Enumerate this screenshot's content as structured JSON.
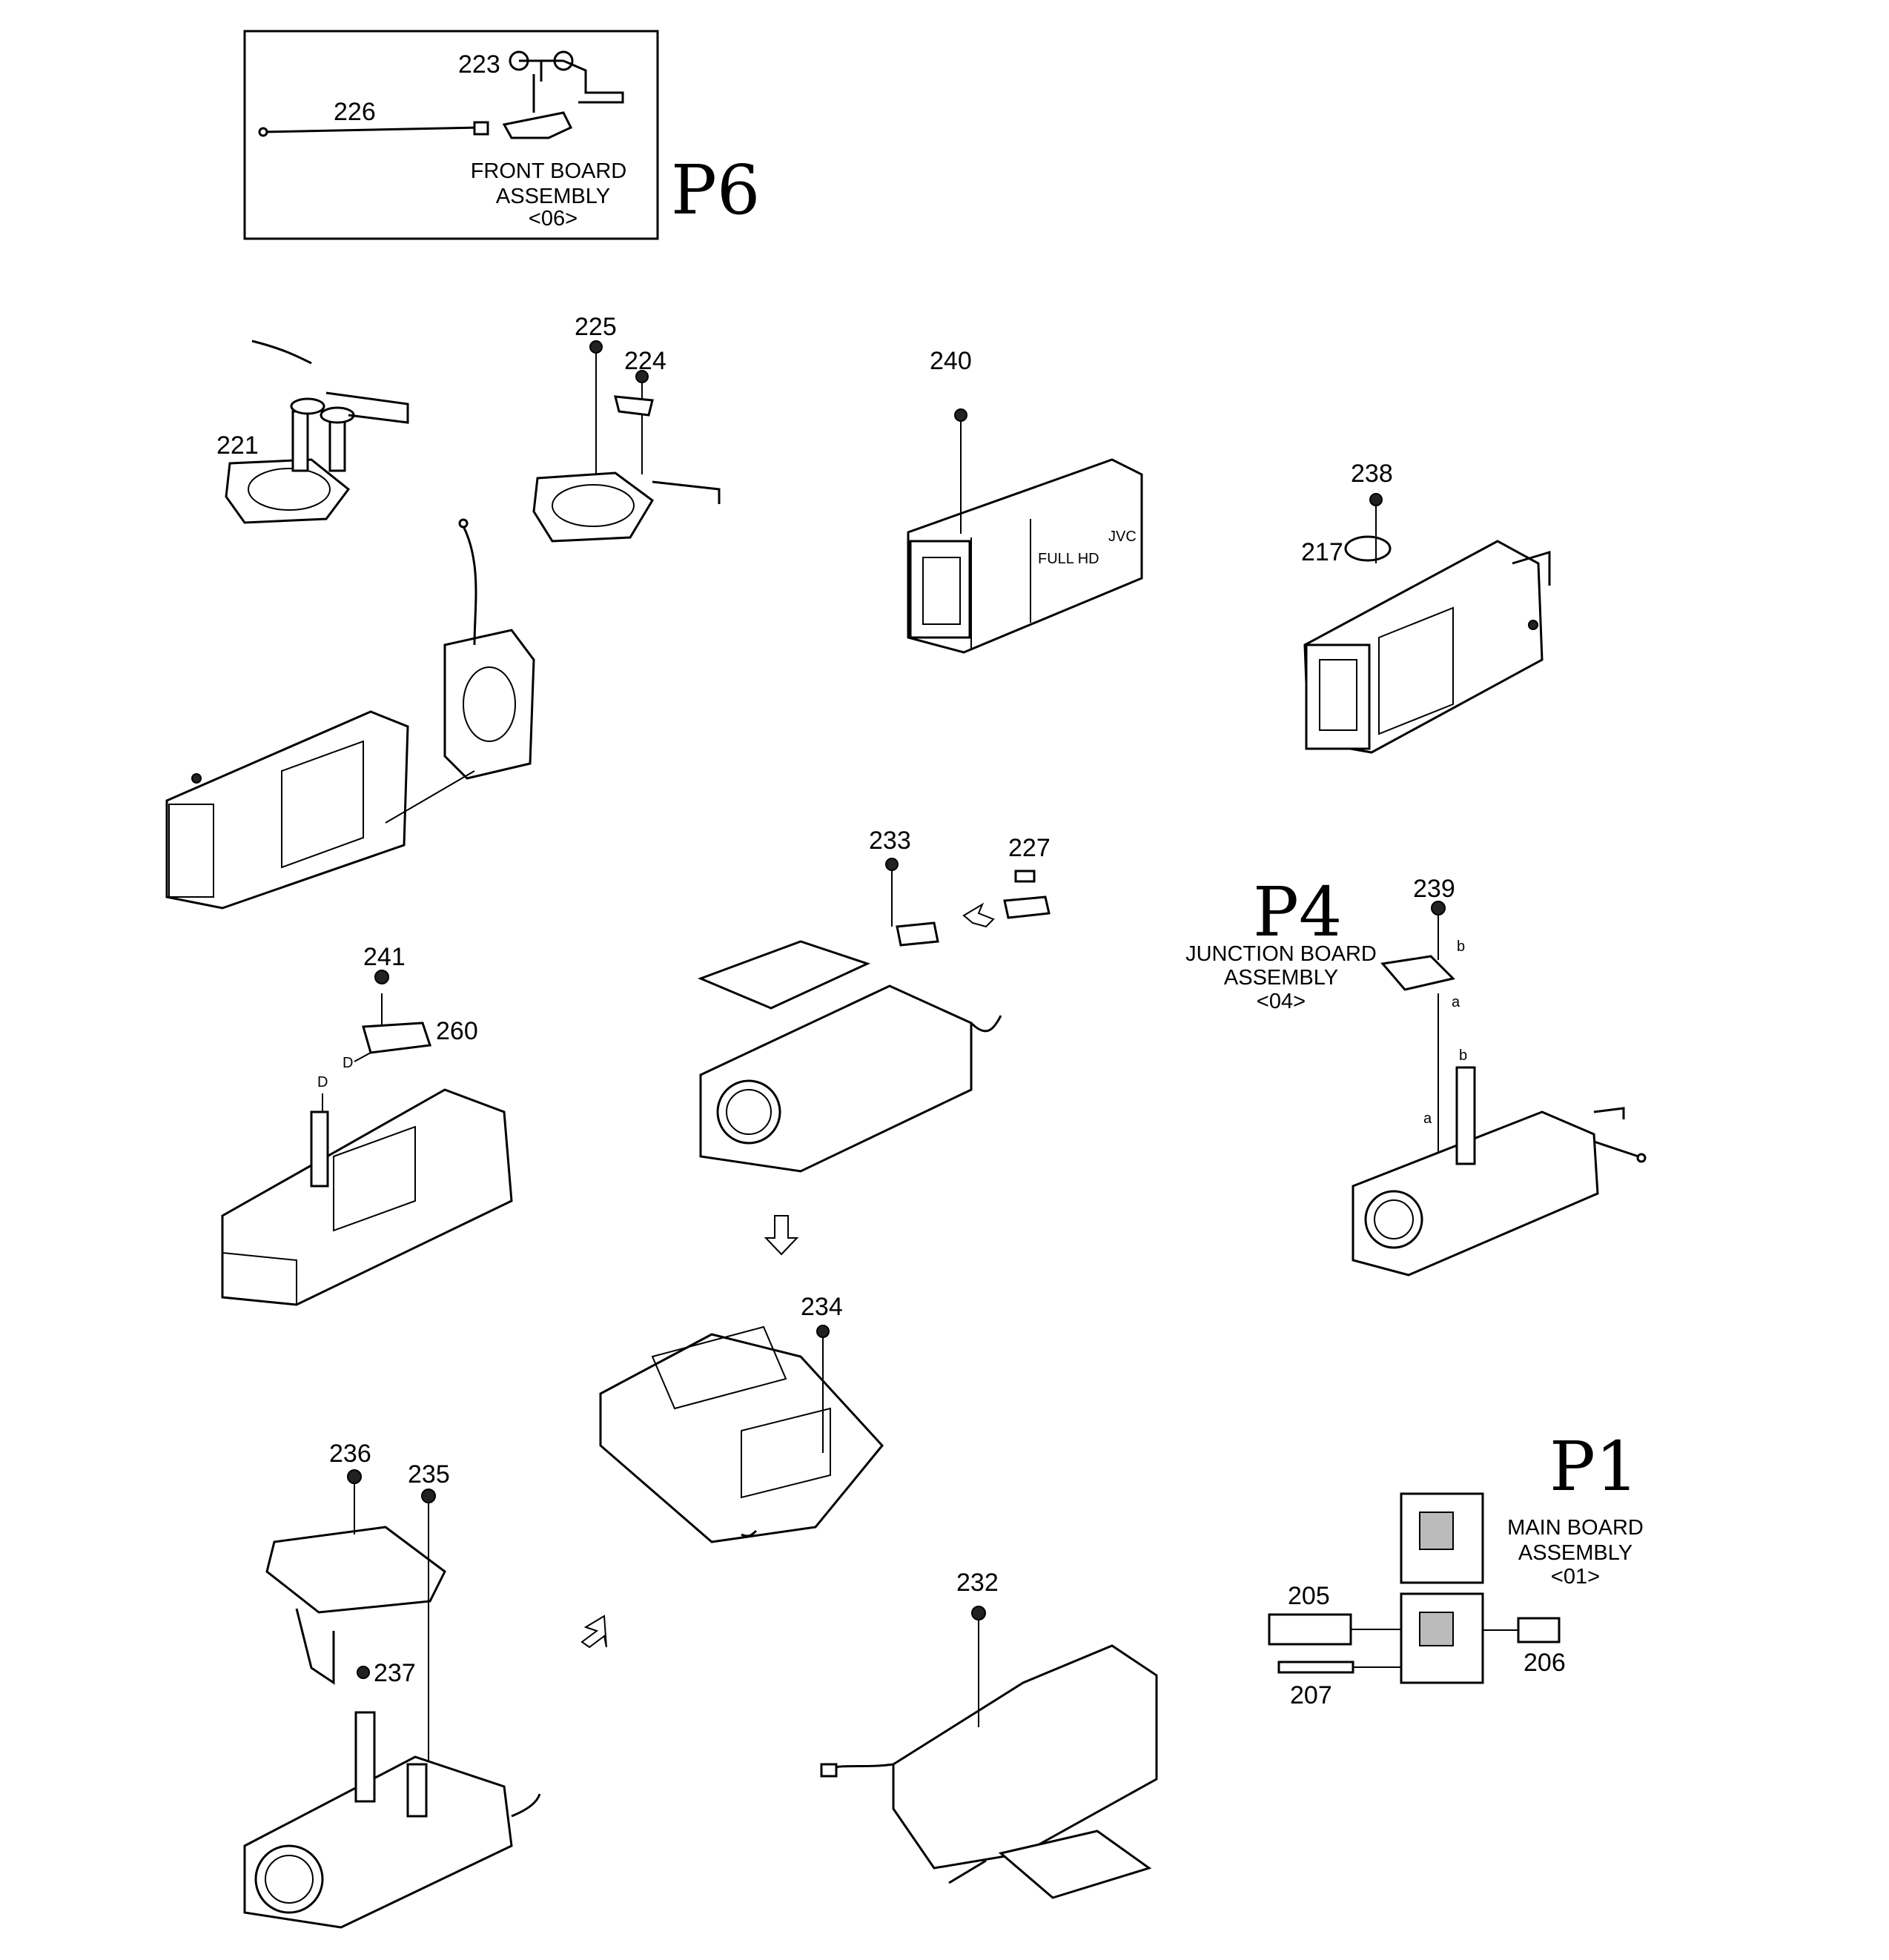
{
  "part_numbers": {
    "p205": "205",
    "p206": "206",
    "p207": "207",
    "p217": "217",
    "p221": "221",
    "p223": "223",
    "p224": "224",
    "p225": "225",
    "p226": "226",
    "p227": "227",
    "p232": "232",
    "p233": "233",
    "p234": "234",
    "p235": "235",
    "p236": "236",
    "p237": "237",
    "p238": "238",
    "p239": "239",
    "p240": "240",
    "p241": "241",
    "p260": "260"
  },
  "assemblies": {
    "front_board": {
      "line1": "FRONT BOARD",
      "line2": "ASSEMBLY",
      "code": "<06>",
      "handwritten": "P6"
    },
    "junction_board": {
      "line1": "JUNCTION BOARD",
      "line2": "ASSEMBLY",
      "code": "<04>",
      "handwritten": "P4"
    },
    "main_board": {
      "line1": "MAIN BOARD",
      "line2": "ASSEMBLY",
      "code": "<01>",
      "handwritten": "P1"
    }
  },
  "callout_letters": {
    "a": "a",
    "b": "b",
    "D": "D"
  },
  "brand_mark": "JVC",
  "lens_badge": "FULL HD"
}
